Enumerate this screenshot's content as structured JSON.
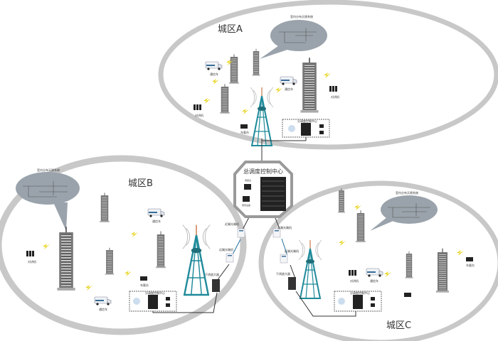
{
  "zones": {
    "a": {
      "title": "城区A",
      "indoor": "室内分布天馈系统",
      "van": "通信车",
      "radio": "对讲机",
      "vehicle": "车载台",
      "dispatch": "分调度控制中心"
    },
    "b": {
      "title": "城区B",
      "indoor": "室内分布天馈系统",
      "van": "通信车",
      "radio": "对讲机",
      "vehicle": "车载台",
      "dispatch": "分调度控制中心",
      "amp": "干线放大器"
    },
    "c": {
      "title": "城区C",
      "indoor": "室内分布天馈系统",
      "van": "通信车",
      "radio": "对讲机",
      "vehicle": "车载台",
      "dispatch": "分调度控制中心",
      "amp": "干线放大器"
    }
  },
  "center": {
    "title": "总调度控制中心",
    "console": "调度台",
    "recorder": "录音设备"
  },
  "links": {
    "near": "近端光端机",
    "far": "远端光端机"
  },
  "colors": {
    "ring": "#c8c8c8",
    "tower": "#1f8a9a",
    "bolt": "#e8d21a",
    "bubble": "#9aa3ab",
    "octagon": "#9a9a9a"
  }
}
